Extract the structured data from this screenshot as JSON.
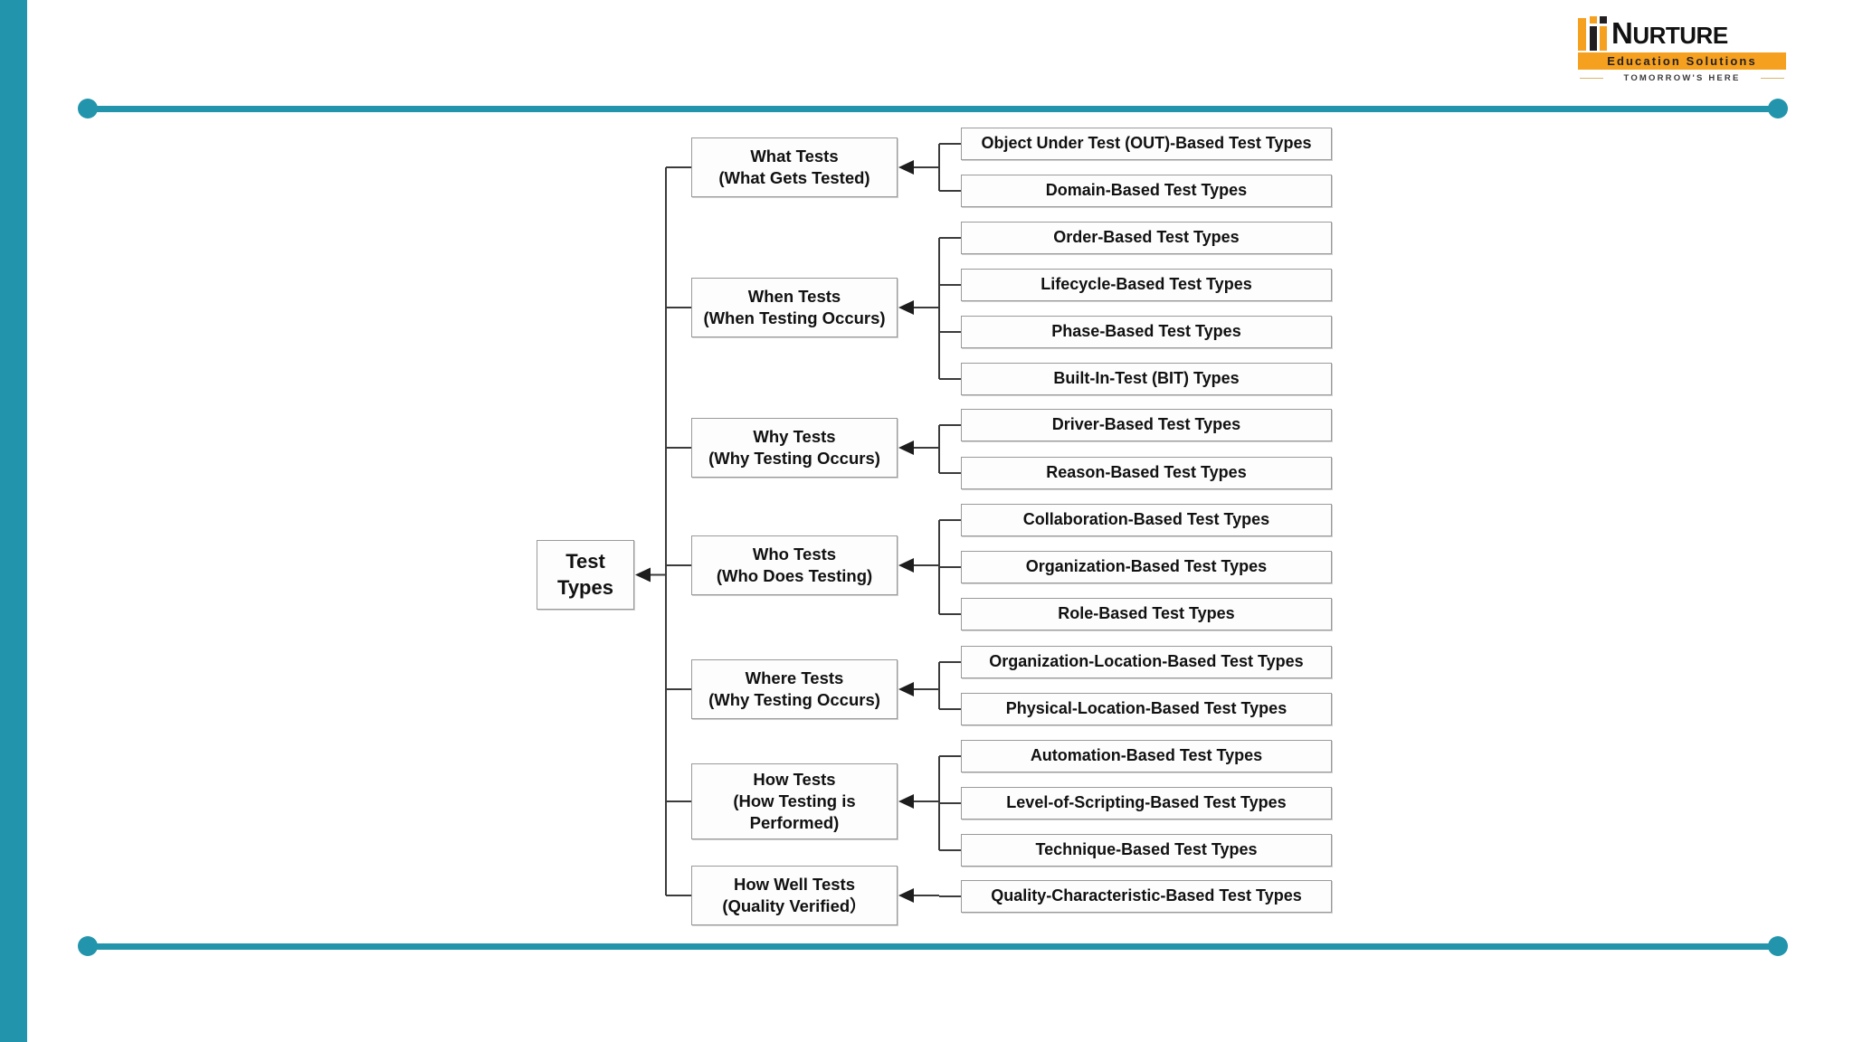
{
  "brand": {
    "logo_mark": "logo-bars-icon",
    "name_part1": "N",
    "name_part2": "URTURE",
    "tagline_band": "Education Solutions",
    "tagline_small": "TOMORROW'S HERE",
    "colors": {
      "orange": "#F6A020",
      "black": "#111111",
      "teal": "#2695AE"
    }
  },
  "decor": {
    "sidebar_color": "#2295AC",
    "rule_color": "#2295AC"
  },
  "diagram": {
    "title": "Test Types",
    "root": {
      "label": "Test Types",
      "lines": [
        "Test",
        "Types"
      ]
    },
    "branches": [
      {
        "id": "what",
        "lines": [
          "What Tests",
          "(What Gets Tested)"
        ],
        "leaves": [
          "Object Under Test (OUT)-Based Test Types",
          "Domain-Based Test Types"
        ]
      },
      {
        "id": "when",
        "lines": [
          "When Tests",
          "(When Testing Occurs)"
        ],
        "leaves": [
          "Order-Based Test Types",
          "Lifecycle-Based Test Types",
          "Phase-Based Test Types",
          "Built-In-Test (BIT) Types"
        ]
      },
      {
        "id": "why",
        "lines": [
          "Why Tests",
          "(Why Testing Occurs)"
        ],
        "leaves": [
          "Driver-Based Test Types",
          "Reason-Based Test Types"
        ]
      },
      {
        "id": "who",
        "lines": [
          "Who Tests",
          "(Who Does Testing)"
        ],
        "leaves": [
          "Collaboration-Based Test Types",
          "Organization-Based Test Types",
          "Role-Based Test Types"
        ]
      },
      {
        "id": "where",
        "lines": [
          "Where Tests",
          "(Why Testing Occurs)"
        ],
        "leaves": [
          "Organization-Location-Based Test Types",
          "Physical-Location-Based Test Types"
        ]
      },
      {
        "id": "how",
        "lines": [
          "How Tests",
          "(How Testing is",
          "Performed)"
        ],
        "leaves": [
          "Automation-Based Test Types",
          "Level-of-Scripting-Based Test Types",
          "Technique-Based Test Types"
        ]
      },
      {
        "id": "how-well",
        "lines": [
          "How Well Tests",
          "(Quality Verified）"
        ],
        "leaves": [
          "Quality-Characteristic-Based Test Types"
        ]
      }
    ]
  }
}
